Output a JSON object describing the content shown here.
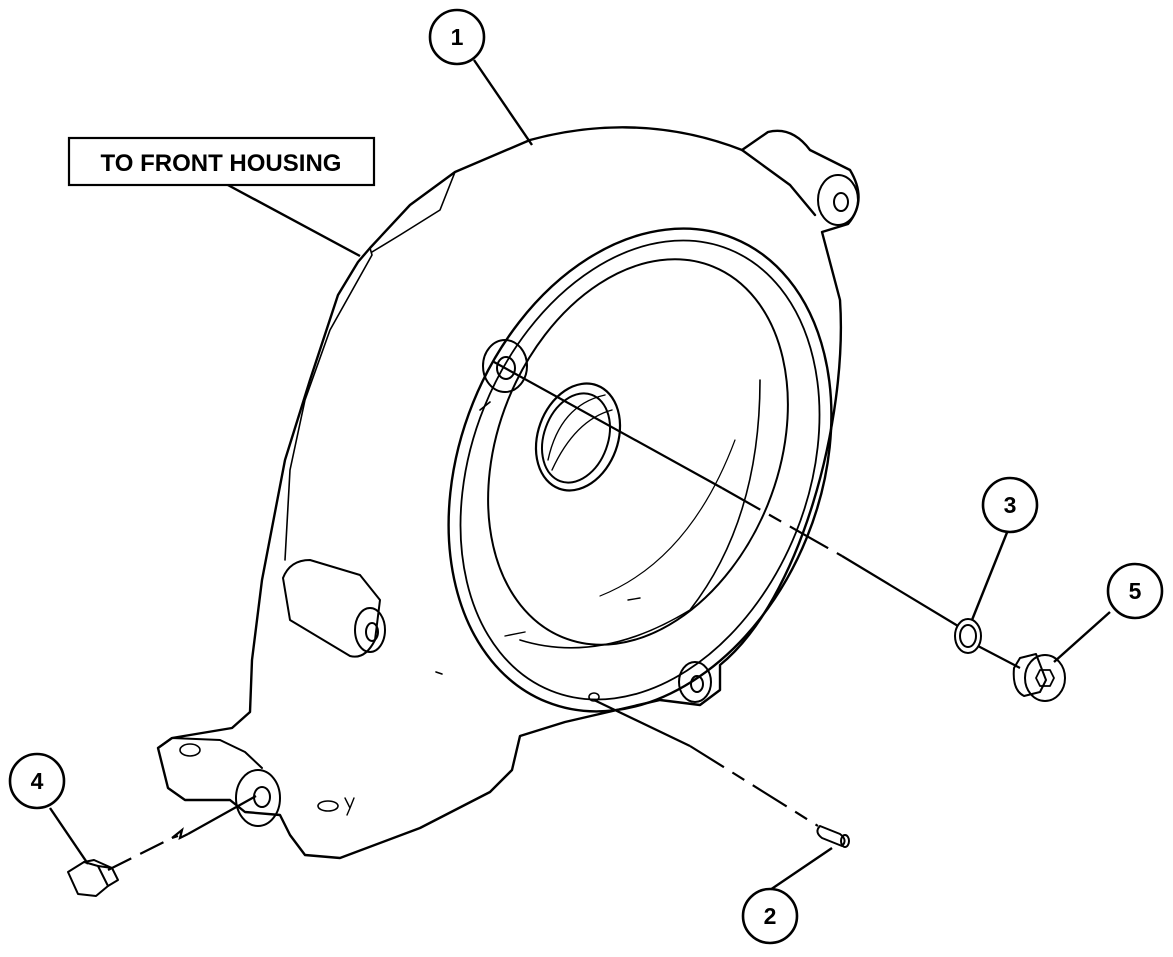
{
  "label": {
    "text": "TO FRONT HOUSING"
  },
  "callouts": [
    {
      "number": "1",
      "part": "housing"
    },
    {
      "number": "2",
      "part": "dowel-pin"
    },
    {
      "number": "3",
      "part": "o-ring-washer"
    },
    {
      "number": "4",
      "part": "hex-plug"
    },
    {
      "number": "5",
      "part": "socket-head-plug"
    }
  ],
  "colors": {
    "line": "#000000",
    "background": "#ffffff"
  }
}
